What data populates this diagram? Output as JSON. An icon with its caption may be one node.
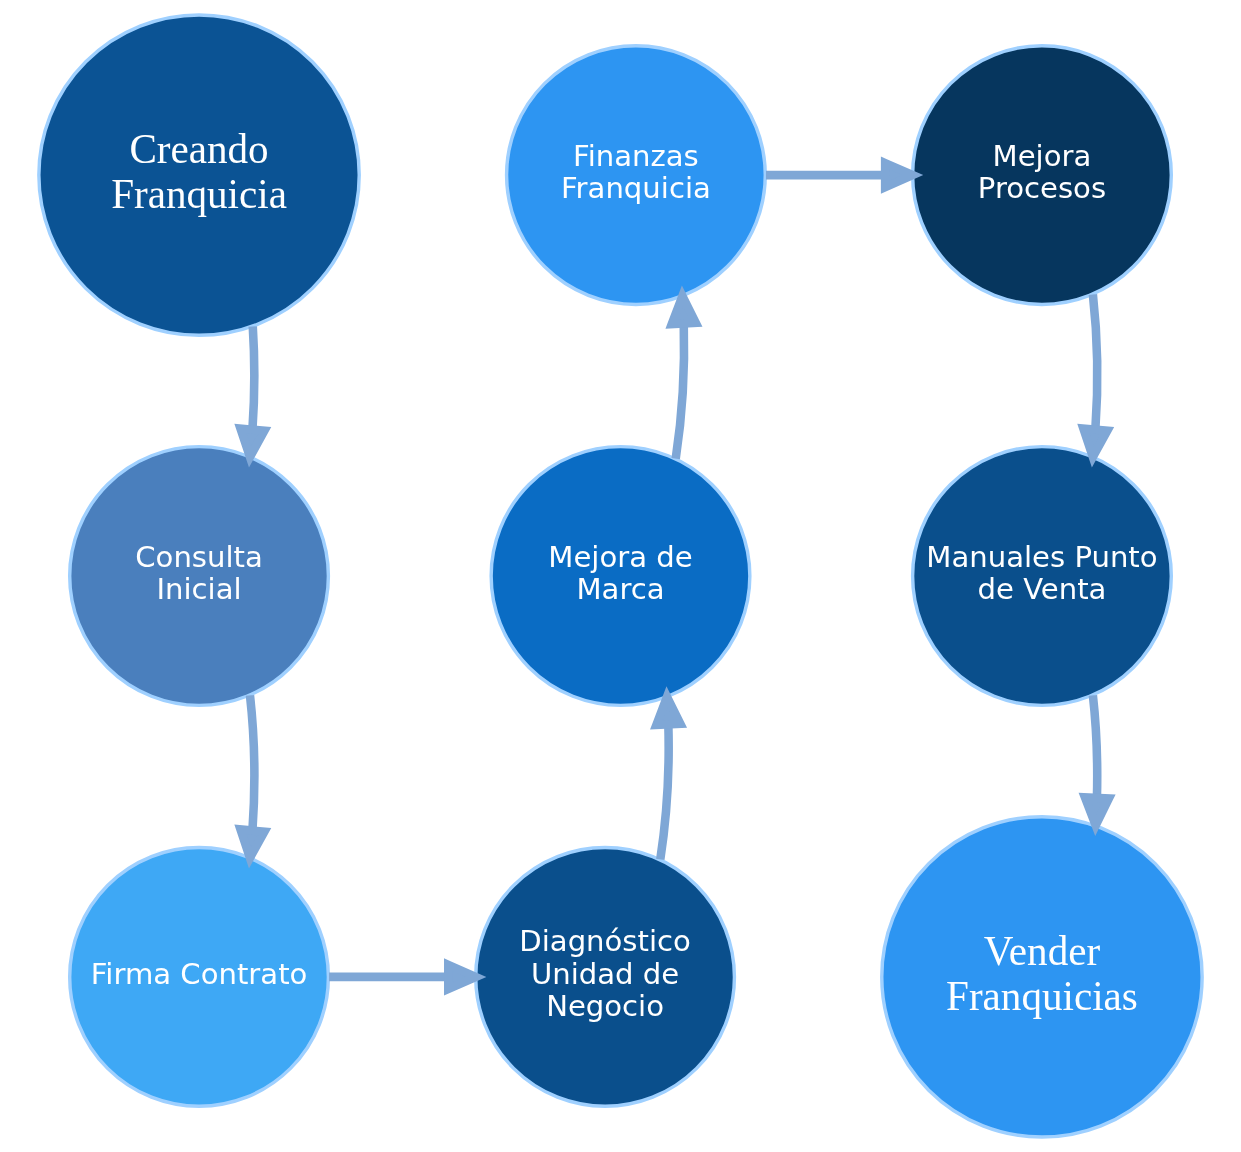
{
  "diagram": {
    "nodes": [
      {
        "text": [
          "Creando Franquicia"
        ]
      },
      {
        "text": [
          "Consulta Inicial"
        ]
      },
      {
        "text": [
          "Firma Contrato"
        ]
      },
      {
        "text": [
          "Diagnóstico Unidad de Negocio"
        ]
      },
      {
        "text": [
          "Mejora de Marca"
        ]
      },
      {
        "text": [
          "Finanzas Franquicia"
        ]
      },
      {
        "text": [
          "Mejora Procesos"
        ]
      },
      {
        "text": [
          "Manuales Punto de Venta"
        ]
      },
      {
        "text": [
          "Vender Franquicias"
        ]
      }
    ],
    "edges": [
      {
        "from": 0,
        "to": 1,
        "arrow": "to"
      },
      {
        "from": 1,
        "to": 2,
        "arrow": "to"
      },
      {
        "from": 2,
        "to": 3,
        "arrow": "to"
      },
      {
        "from": 3,
        "to": 4,
        "arrow": "to"
      },
      {
        "from": 4,
        "to": 5,
        "arrow": "to"
      },
      {
        "from": 5,
        "to": 6,
        "arrow": "to"
      },
      {
        "from": 6,
        "to": 7,
        "arrow": "to"
      },
      {
        "from": 7,
        "to": 8,
        "arrow": "to"
      }
    ]
  }
}
